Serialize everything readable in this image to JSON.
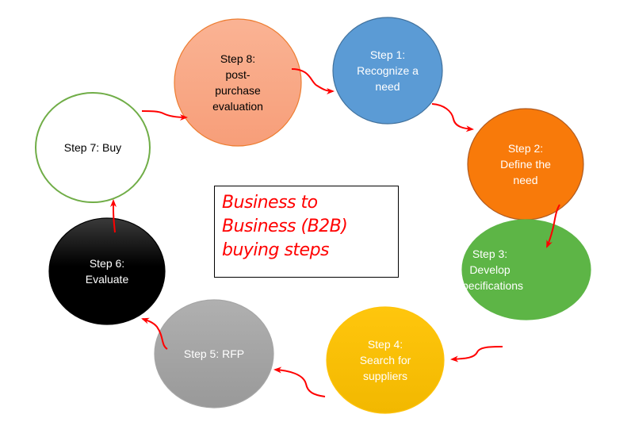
{
  "title": {
    "lines": [
      "Business to",
      "Business (B2B)",
      "buying steps"
    ],
    "color": "#ff0000"
  },
  "arrow_color": "#ff0000",
  "steps": [
    {
      "id": "step-1",
      "lines": [
        "Step 1:",
        "Recognize a",
        "need"
      ],
      "fill": "#5b9bd5",
      "stroke": "#41719c",
      "text_color": "#ffffff"
    },
    {
      "id": "step-2",
      "lines": [
        "Step 2:",
        "Define the",
        "need"
      ],
      "fill": "#f87a0a",
      "stroke": "#ae5a21",
      "text_color": "#ffffff"
    },
    {
      "id": "step-3",
      "lines": [
        "Step 3:",
        "Develop",
        "specifications"
      ],
      "fill": "#5db546",
      "stroke": "#5db546",
      "text_color": "#ffffff"
    },
    {
      "id": "step-4",
      "lines": [
        "Step 4:",
        "Search for",
        "suppliers"
      ],
      "fill": "#fec30a",
      "stroke": "#fec30a",
      "text_color": "#ffffff"
    },
    {
      "id": "step-5",
      "lines": [
        "Step 5: RFP"
      ],
      "fill": "#a6a6a6",
      "stroke": "#a6a6a6",
      "text_color": "#ffffff"
    },
    {
      "id": "step-6",
      "lines": [
        "Step 6:",
        "Evaluate"
      ],
      "fill": "#000000",
      "stroke": "#000000",
      "text_color": "#ffffff"
    },
    {
      "id": "step-7",
      "lines": [
        "Step 7: Buy"
      ],
      "fill": "#ffffff",
      "stroke": "#70ad47",
      "text_color": "#000000"
    },
    {
      "id": "step-8",
      "lines": [
        "Step 8:",
        "post-",
        "purchase",
        "evaluation"
      ],
      "fill": "#f9a886",
      "stroke": "#ed7d31",
      "text_color": "#000000"
    }
  ]
}
